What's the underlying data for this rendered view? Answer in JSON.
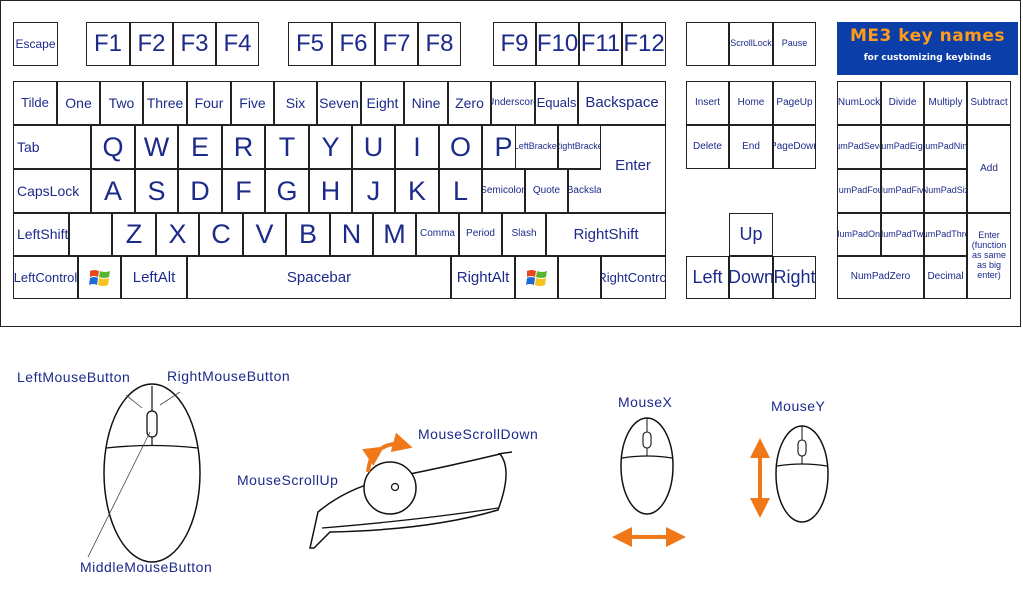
{
  "banner": {
    "title": "ME3 key names",
    "subtitle": "for customizing keybinds"
  },
  "keys": {
    "escape": "Escape",
    "f1": "F1",
    "f2": "F2",
    "f3": "F3",
    "f4": "F4",
    "f5": "F5",
    "f6": "F6",
    "f7": "F7",
    "f8": "F8",
    "f9": "F9",
    "f10": "F10",
    "f11": "F11",
    "f12": "F12",
    "scrolllock": "ScrollLock",
    "pause": "Pause",
    "tilde": "Tilde",
    "one": "One",
    "two": "Two",
    "three": "Three",
    "four": "Four",
    "five": "Five",
    "six": "Six",
    "seven": "Seven",
    "eight": "Eight",
    "nine": "Nine",
    "zero": "Zero",
    "underscore": "Underscore",
    "equals": "Equals",
    "backspace": "Backspace",
    "tab": "Tab",
    "q": "Q",
    "w": "W",
    "e": "E",
    "r": "R",
    "t": "T",
    "y": "Y",
    "u": "U",
    "i": "I",
    "o": "O",
    "p": "P",
    "leftbracket": "LeftBracket",
    "rightbracket": "RightBracket",
    "enter": "Enter",
    "capslock": "CapsLock",
    "a": "A",
    "s": "S",
    "d": "D",
    "f": "F",
    "g": "G",
    "h": "H",
    "j": "J",
    "k": "K",
    "l": "L",
    "semicolon": "Semicolon",
    "quote": "Quote",
    "backslash": "Backslash",
    "leftshift": "LeftShift",
    "z": "Z",
    "x": "X",
    "c": "C",
    "v": "V",
    "b": "B",
    "n": "N",
    "m": "M",
    "comma": "Comma",
    "period": "Period",
    "slash": "Slash",
    "rightshift": "RightShift",
    "leftcontrol": "LeftControl",
    "leftalt": "LeftAlt",
    "spacebar": "Spacebar",
    "rightalt": "RightAlt",
    "rightcontrol": "RightControl",
    "insert": "Insert",
    "home": "Home",
    "pageup": "PageUp",
    "delete": "Delete",
    "end": "End",
    "pagedown": "PageDown",
    "up": "Up",
    "left": "Left",
    "down": "Down",
    "right": "Right",
    "numlock": "NumLock",
    "divide": "Divide",
    "multiply": "Multiply",
    "subtract": "Subtract",
    "numpad7": "NumPadSeven",
    "numpad8": "NumPadEight",
    "numpad9": "NumPadNine",
    "add": "Add",
    "numpad4": "NumPadFour",
    "numpad5": "NumPadFive",
    "numpad6": "NumPadSix",
    "numpad1": "NumPadOne",
    "numpad2": "NumPadTwo",
    "numpad3": "NumPadThree",
    "numpad_enter": "Enter\n(function as same as big enter)",
    "numpad0": "NumPadZero",
    "decimal": "Decimal"
  },
  "mouse": {
    "left_button": "LeftMouseButton",
    "right_button": "RightMouseButton",
    "middle_button": "MiddleMouseButton",
    "scroll_up": "MouseScrollUp",
    "scroll_down": "MouseScrollDown",
    "mouse_x": "MouseX",
    "mouse_y": "MouseY"
  },
  "colors": {
    "accent": "#f07818",
    "label": "#1c2a8a",
    "banner": "#0b3ea8"
  }
}
